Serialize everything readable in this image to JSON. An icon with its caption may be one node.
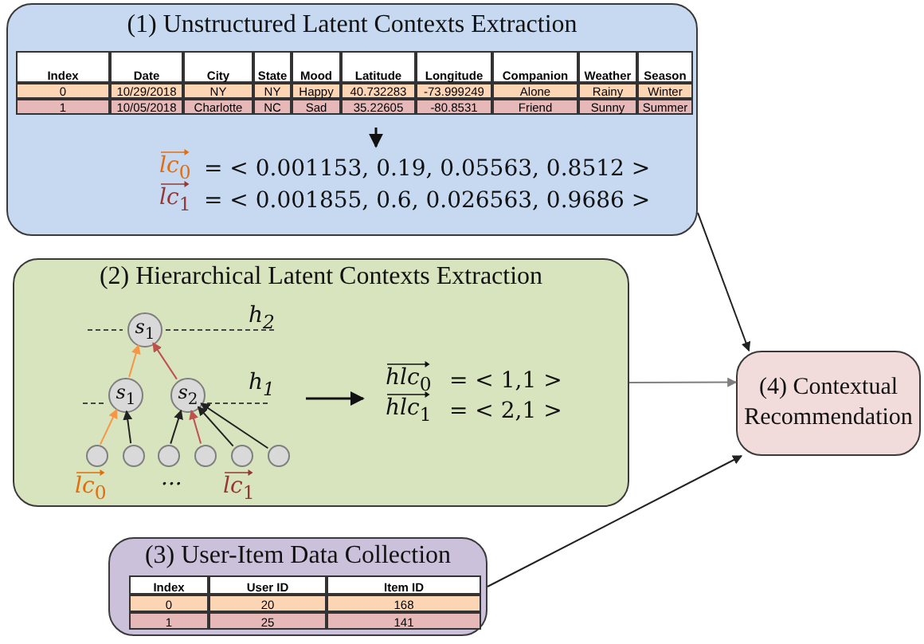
{
  "diagram": {
    "nodes": [
      {
        "text": [
          "(1) Unstructured Latent Contexts Extraction"
        ]
      },
      {
        "text": [
          "(2) Hierarchical Latent Contexts Extraction"
        ]
      },
      {
        "text": [
          "(3) User-Item Data Collection"
        ]
      },
      {
        "text": [
          "(4) Contextual Recommendation"
        ]
      },
      {
        "text": [
          "*s*$_{1}$"
        ],
        "in": 1
      },
      {
        "text": [
          "*s*$_{1}$"
        ],
        "in": 1
      },
      {
        "text": [
          "*s*$_{2}$"
        ],
        "in": 1
      },
      {
        "text": [],
        "shape": "circle",
        "in": 1
      },
      {
        "text": [],
        "shape": "circle",
        "in": 1
      },
      {
        "text": [],
        "shape": "circle",
        "in": 1
      },
      {
        "text": [],
        "shape": "circle",
        "in": 1
      },
      {
        "text": [],
        "shape": "circle",
        "in": 1
      },
      {
        "text": [],
        "shape": "circle",
        "in": 1
      }
    ],
    "edges": [
      {
        "from": 0,
        "to": 3,
        "arrow": "to"
      },
      {
        "from": 1,
        "to": 3,
        "arrow": "to",
        "color": "#7f7f7f"
      },
      {
        "from": 2,
        "to": 3,
        "arrow": "to"
      },
      {
        "from": 7,
        "to": 5,
        "arrow": "to",
        "color": "#f79646"
      },
      {
        "from": 8,
        "to": 5,
        "arrow": "to"
      },
      {
        "from": 9,
        "to": 6,
        "arrow": "to"
      },
      {
        "from": 10,
        "to": 6,
        "arrow": "to",
        "color": "#c0504d"
      },
      {
        "from": 11,
        "to": 6,
        "arrow": "to"
      },
      {
        "from": 12,
        "to": 6,
        "arrow": "to"
      },
      {
        "from": 5,
        "to": 4,
        "arrow": "to",
        "color": "#f79646"
      },
      {
        "from": 6,
        "to": 4,
        "arrow": "to",
        "color": "#c0504d"
      }
    ],
    "labels": [
      "Index",
      "Date",
      "City",
      "State",
      "Mood",
      "Latitude",
      "Longitude",
      "Companion",
      "Weather",
      "Season",
      "0",
      "10/29/2018",
      "NY",
      "NY",
      "Happy",
      "40.732283",
      "-73.999249",
      "Alone",
      "Rainy",
      "Winter",
      "1",
      "10/05/2018",
      "Charlotte",
      "NC",
      "Sad",
      "35.22605",
      "-80.8531",
      "Friend",
      "Sunny",
      "Summer",
      "*lc*$_{0}$",
      "= < 0.001153, 0.19, 0.05563, 0.8512 >",
      "*lc*$_{1}$",
      "= < 0.001855, 0.6, 0.026563, 0.9686 >",
      "*h*$_{2}$",
      "*h*$_{1}$",
      "*hlc*$_{0}$",
      "= < 1,1 >",
      "*hlc*$_{1}$",
      "= < 2,1 >",
      "*lc*$_{0}$",
      "...",
      "*lc*$_{1}$",
      "Index",
      "User ID",
      "Item ID",
      "0",
      "20",
      "168",
      "1",
      "25",
      "141"
    ]
  }
}
